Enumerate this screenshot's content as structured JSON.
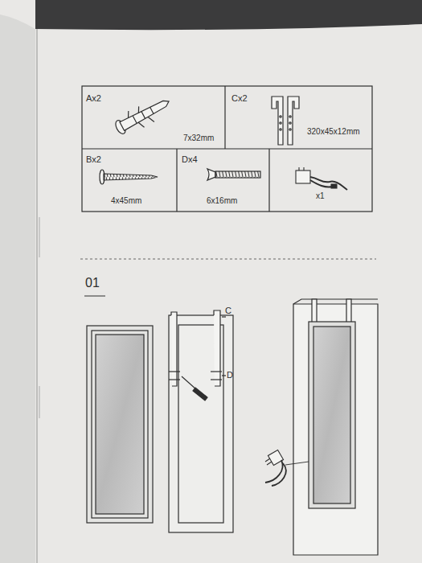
{
  "diagram": {
    "labels": [
      "Ax2",
      "7x32mm",
      "Cx2",
      "320x45x12mm",
      "Bx2",
      "4x45mm",
      "Dx4",
      "6x16mm",
      "x1",
      "01",
      "C",
      "D"
    ]
  }
}
